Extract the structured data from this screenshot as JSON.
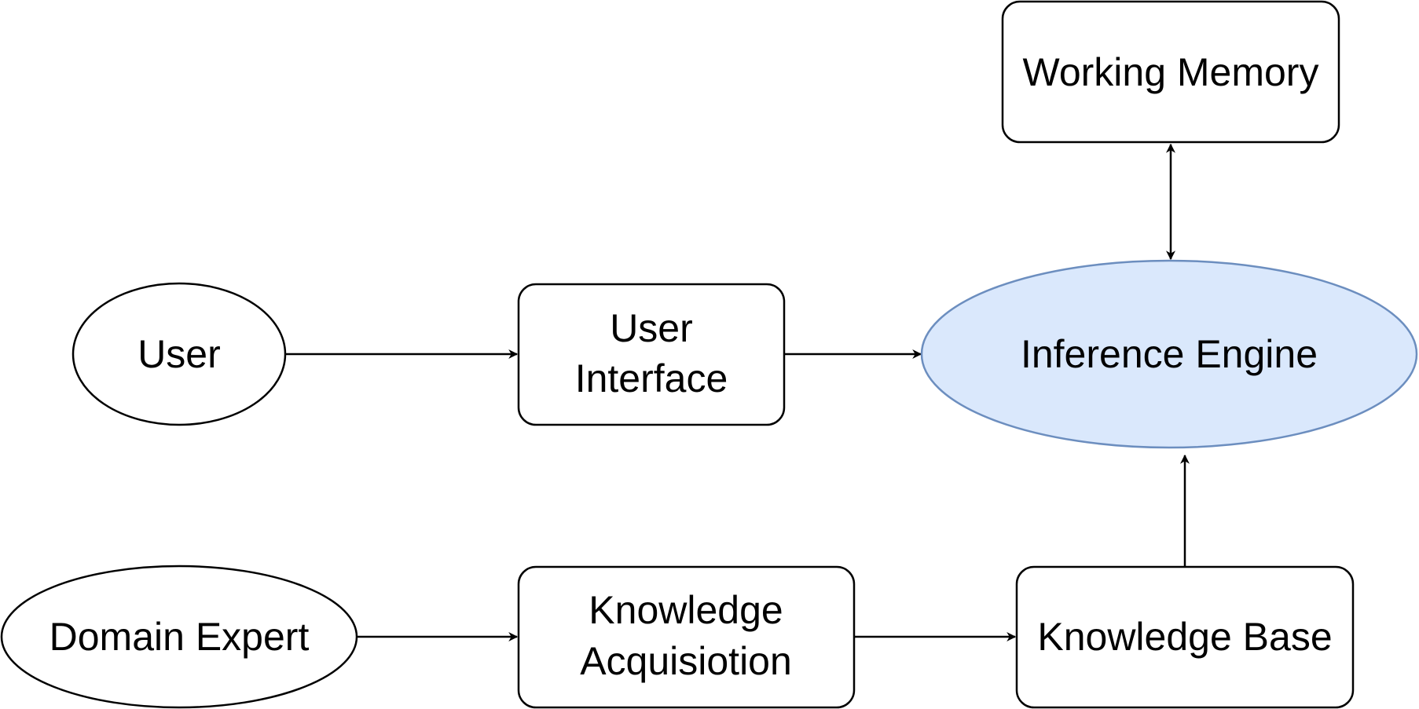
{
  "nodes": {
    "working_memory": {
      "label": "Working Memory"
    },
    "user": {
      "label": "User"
    },
    "user_interface": {
      "line1": "User",
      "line2": "Interface"
    },
    "inference_engine": {
      "label": "Inference Engine"
    },
    "domain_expert": {
      "label": "Domain Expert"
    },
    "knowledge_acquisition": {
      "line1": "Knowledge",
      "line2": "Acquisiotion"
    },
    "knowledge_base": {
      "label": "Knowledge Base"
    }
  },
  "colors": {
    "stroke": "#000000",
    "highlight_fill": "#dae8fc",
    "highlight_stroke": "#6c8ebf"
  }
}
